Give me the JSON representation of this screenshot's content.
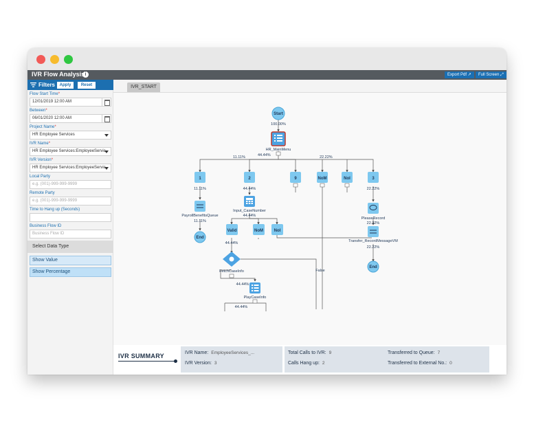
{
  "app": {
    "title": "IVR Flow Analysis",
    "export_label": "Export Pdf",
    "fullscreen_label": "Full Screen"
  },
  "filters": {
    "title": "Filters",
    "apply_label": "Apply",
    "reset_label": "Reset",
    "flow_start_label": "Flow Start Time",
    "flow_start_value": "12/01/2019 12:00 AM",
    "between_label": "Between",
    "between_value": "06/01/2020 12:00 AM",
    "project_label": "Project Name",
    "project_value": "HR Employee Services",
    "ivr_name_label": "IVR Name",
    "ivr_name_value": "HR Employee Services:EmployeeServic",
    "ivr_version_label": "IVR Version",
    "ivr_version_value": "HR Employee Services:EmployeeServic",
    "local_party_label": "Local Party",
    "local_party_placeholder": "e.g. (001)-999-999-9999",
    "remote_party_label": "Remote Party",
    "remote_party_placeholder": "e.g. (001)-999-999-9999",
    "hangup_label": "Time to Hang up (Seconds)",
    "business_flow_label": "Business Flow ID",
    "business_flow_placeholder": "Business Flow ID",
    "required_mark": "*"
  },
  "data_type": {
    "title": "Select Data Type",
    "show_value": "Show Value",
    "show_percentage": "Show Percentage"
  },
  "canvas": {
    "tab": "IVR_START"
  },
  "flow": {
    "start": "Start",
    "start_pct": "100.00%",
    "main_menu": "HR_MainMenu",
    "edge_11": "11.11%",
    "edge_44a": "44.44%",
    "edge_22": "22.22%",
    "btn_1": "1",
    "btn_2": "2",
    "btn_9": "9",
    "btn_nom": "NoM",
    "btn_noi": "NoI",
    "btn_3": "3",
    "pct_1": "11.11%",
    "pct_2": "44.44%",
    "pct_3": "22.22%",
    "payroll": "PayrollBenefitsQueue",
    "payroll_pct": "11.11%",
    "end": "End",
    "input_case": "Input_CaseNumber",
    "input_pct": "44.44%",
    "valid": "Valid",
    "valid_pct": "44.44%",
    "nom2": "NoM",
    "noi2": "NoI",
    "fetch": "FetchCaseInfo",
    "fetch_pct": "44.44%",
    "play": "PlayCaseInfo",
    "play_pct": "44.44%",
    "false_label": "False",
    "please_record": "PleaseRecord",
    "please_pct": "22.22%",
    "transfer": "Transfer_RecordMessageVM",
    "transfer_pct": "22.22%",
    "end2": "End"
  },
  "summary": {
    "title": "IVR SUMMARY",
    "ivr_name_label": "IVR Name:",
    "ivr_name_value": "EmployeeServices_...",
    "ivr_version_label": "IVR Version:",
    "ivr_version_value": "3",
    "total_calls_label": "Total Calls to IVR:",
    "total_calls_value": "9",
    "hangup_label": "Calls Hang up:",
    "hangup_value": "2",
    "queue_label": "Transferred to Queue:",
    "queue_value": "7",
    "external_label": "Transferred to External No.:",
    "external_value": "0"
  }
}
